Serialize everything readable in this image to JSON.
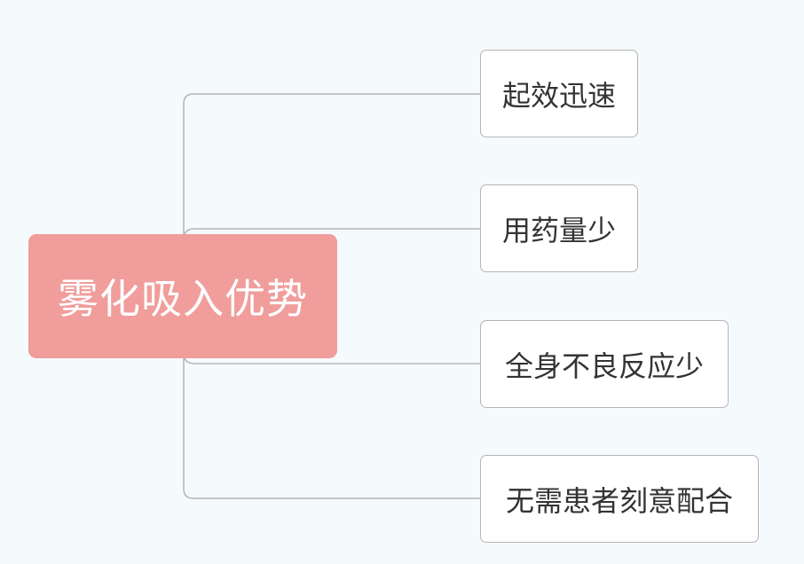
{
  "mindmap": {
    "central": {
      "label": "雾化吸入优势",
      "color": "#f09d9c"
    },
    "branches": [
      {
        "label": "起效迅速"
      },
      {
        "label": "用药量少"
      },
      {
        "label": "全身不良反应少"
      },
      {
        "label": "无需患者刻意配合"
      }
    ],
    "connector_color": "#b5b5b5",
    "background": "#f5fafd"
  }
}
